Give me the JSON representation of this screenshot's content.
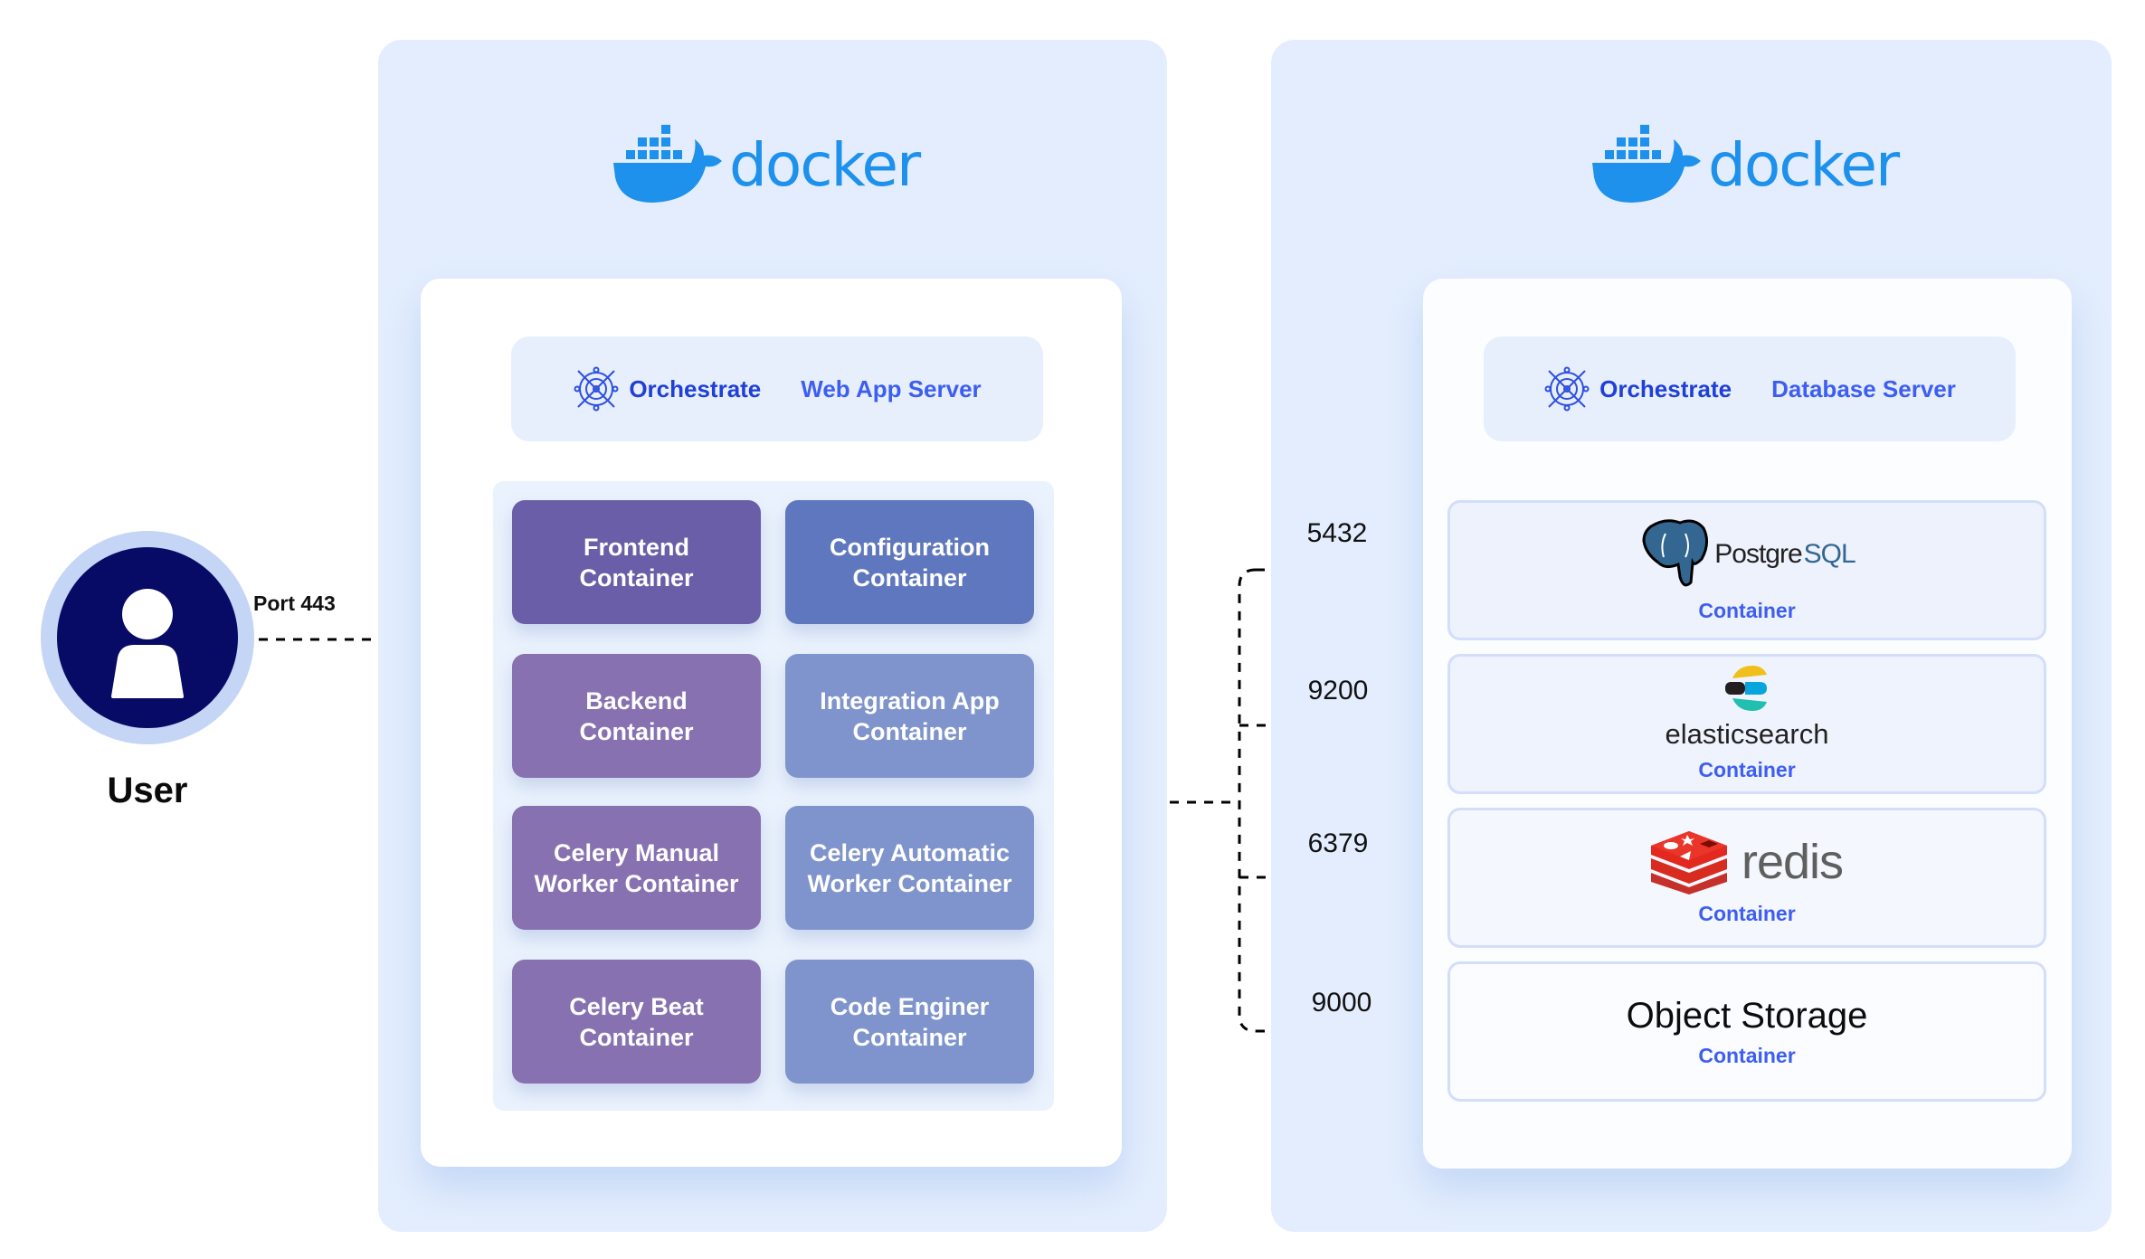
{
  "user": {
    "label": "User",
    "icon": "user-icon"
  },
  "ingress": {
    "port_label": "Port 443"
  },
  "web_server": {
    "brand": "docker",
    "orchestrate_label": "Orchestrate",
    "server_name": "Web App Server",
    "containers": [
      {
        "label": "Frontend\nContainer",
        "color": "#6b5ea8"
      },
      {
        "label": "Configuration\nContainer",
        "color": "#5f77be"
      },
      {
        "label": "Backend\nContainer",
        "color": "#8771b0"
      },
      {
        "label": "Integration App\nContainer",
        "color": "#7f94cc"
      },
      {
        "label": "Celery Manual\nWorker Container",
        "color": "#8771b0"
      },
      {
        "label": "Celery Automatic\nWorker Container",
        "color": "#7f94cc"
      },
      {
        "label": "Celery Beat\nContainer",
        "color": "#8771b0"
      },
      {
        "label": "Code Enginer\nContainer",
        "color": "#7f94cc"
      }
    ]
  },
  "db_server": {
    "brand": "docker",
    "orchestrate_label": "Orchestrate",
    "server_name": "Database Server",
    "services": [
      {
        "name": "PostgreSQL",
        "name_a": "Postgre",
        "name_b": "SQL",
        "port": "5432",
        "sub": "Container"
      },
      {
        "name": "elasticsearch",
        "port": "9200",
        "sub": "Container"
      },
      {
        "name": "redis",
        "port": "6379",
        "sub": "Container"
      },
      {
        "name": "Object Storage",
        "port": "9000",
        "sub": "Container"
      }
    ]
  },
  "colors": {
    "docker_blue": "#1d91ec",
    "accent_blue": "#3d5ef0",
    "user_navy": "#070b66",
    "panel_bg": "#e3edfd"
  }
}
